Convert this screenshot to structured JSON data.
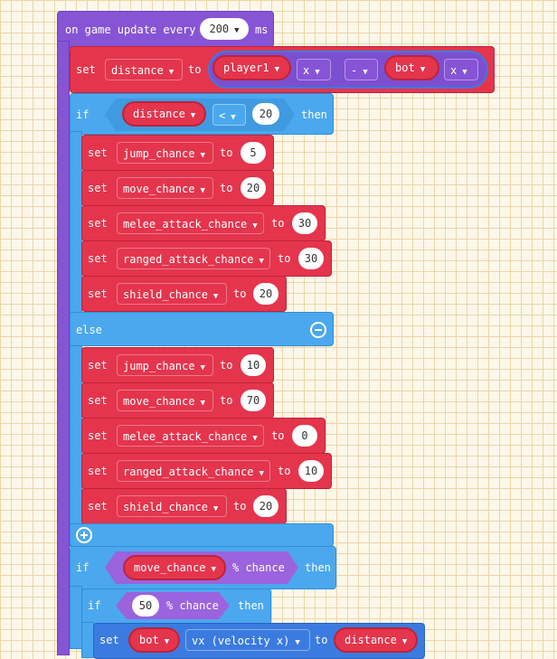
{
  "event": {
    "label_pre": "on game update every",
    "interval": "200",
    "label_post": "ms"
  },
  "set_distance": {
    "set": "set",
    "var": "distance",
    "to": "to",
    "sprite_a": "player1",
    "prop_a": "x",
    "op": "-",
    "sprite_b": "bot",
    "prop_b": "x"
  },
  "if1": {
    "if": "if",
    "var": "distance",
    "op": "<",
    "value": "20",
    "then": "then",
    "else": "else"
  },
  "then_sets": [
    {
      "set": "set",
      "var": "jump_chance",
      "to": "to",
      "value": "5"
    },
    {
      "set": "set",
      "var": "move_chance",
      "to": "to",
      "value": "20"
    },
    {
      "set": "set",
      "var": "melee_attack_chance",
      "to": "to",
      "value": "30"
    },
    {
      "set": "set",
      "var": "ranged_attack_chance",
      "to": "to",
      "value": "30"
    },
    {
      "set": "set",
      "var": "shield_chance",
      "to": "to",
      "value": "20"
    }
  ],
  "else_sets": [
    {
      "set": "set",
      "var": "jump_chance",
      "to": "to",
      "value": "10"
    },
    {
      "set": "set",
      "var": "move_chance",
      "to": "to",
      "value": "70"
    },
    {
      "set": "set",
      "var": "melee_attack_chance",
      "to": "to",
      "value": "0"
    },
    {
      "set": "set",
      "var": "ranged_attack_chance",
      "to": "to",
      "value": "10"
    },
    {
      "set": "set",
      "var": "shield_chance",
      "to": "to",
      "value": "20"
    }
  ],
  "if2": {
    "if": "if",
    "var": "move_chance",
    "chance": "% chance",
    "then": "then"
  },
  "if3": {
    "if": "if",
    "value": "50",
    "chance": "% chance",
    "then": "then"
  },
  "set_vx": {
    "set": "set",
    "sprite": "bot",
    "prop": "vx (velocity x)",
    "to": "to",
    "var": "distance"
  },
  "colors": {
    "purple": "#8754d6",
    "red": "#e4354d",
    "blue": "#4ba8ee"
  },
  "icons": {
    "collapse": "minus-circle-icon",
    "expand": "plus-circle-icon",
    "dropdown": "caret-down-icon"
  }
}
